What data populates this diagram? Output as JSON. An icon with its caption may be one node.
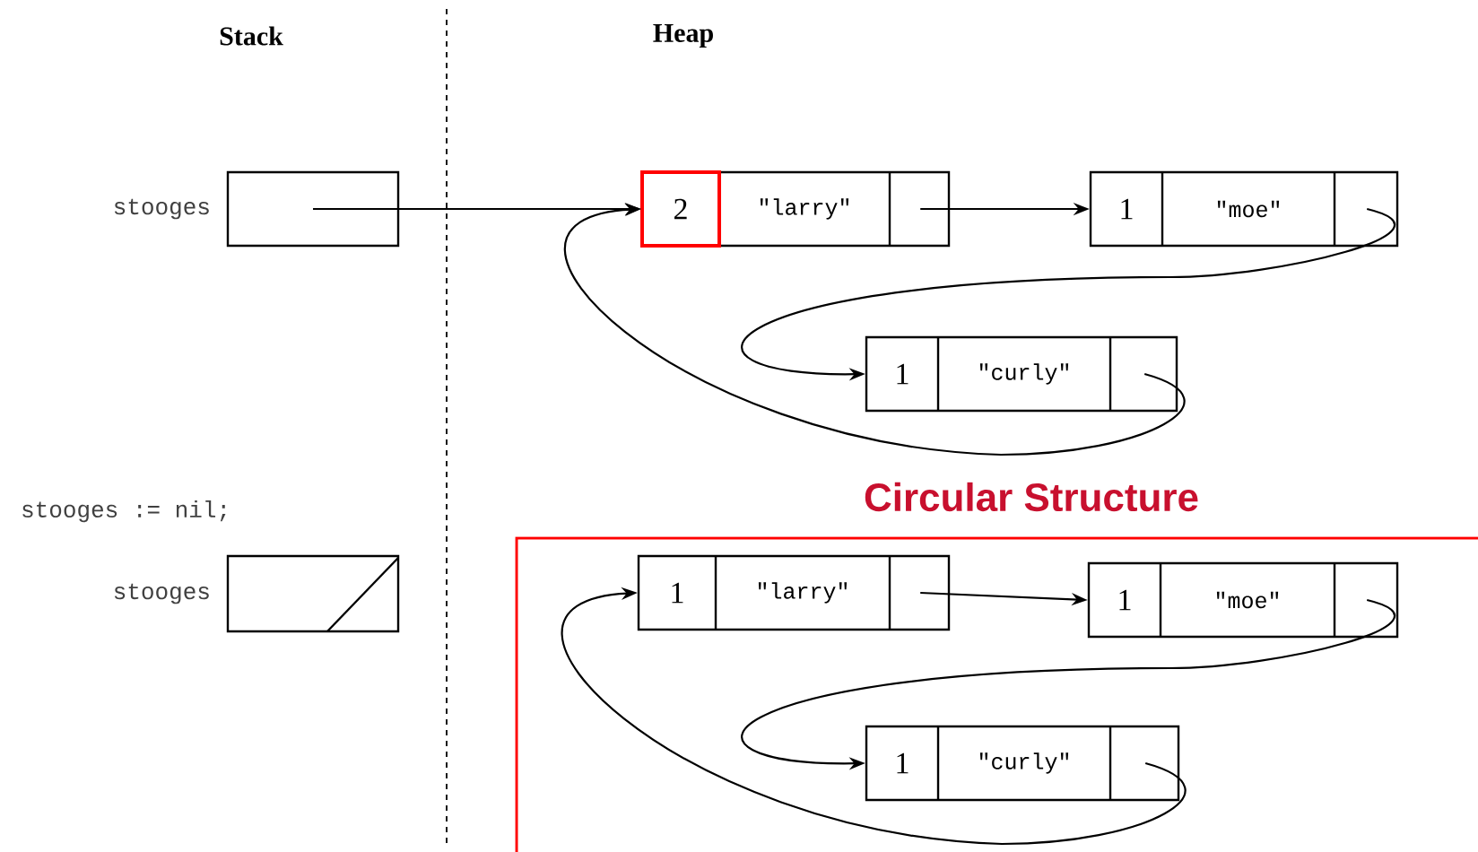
{
  "diagram": {
    "nodes": [
      {
        "text": [],
        "shape": "box",
        "beside": [
          "stooges"
        ]
      },
      {
        "text": [
          "2",
          "\"larry\""
        ]
      },
      {
        "text": [
          "1",
          "\"moe\""
        ]
      },
      {
        "text": [
          "1",
          "\"curly\""
        ]
      },
      {
        "text": [],
        "shape": "box",
        "beside": [
          "stooges"
        ]
      },
      {
        "text": [
          "Circular Structure"
        ]
      },
      {
        "text": [
          "1",
          "\"larry\""
        ],
        "in": 5
      },
      {
        "text": [
          "1",
          "\"moe\""
        ],
        "in": 5
      },
      {
        "text": [
          "1",
          "\"curly\""
        ],
        "in": 5
      }
    ],
    "edges": [
      {
        "from": 0,
        "to": 1,
        "arrow": "to"
      },
      {
        "from": 1,
        "to": 2,
        "arrow": "to"
      },
      {
        "from": 2,
        "to": 3,
        "arrow": "to"
      },
      {
        "from": 3,
        "to": 1,
        "arrow": "to"
      },
      {
        "from": 6,
        "to": 7,
        "arrow": "to"
      },
      {
        "from": 7,
        "to": 8,
        "arrow": "to"
      },
      {
        "from": 8,
        "to": 6,
        "arrow": "to"
      }
    ],
    "labels": [
      "Stack",
      "Heap",
      "stooges := nil;"
    ]
  }
}
